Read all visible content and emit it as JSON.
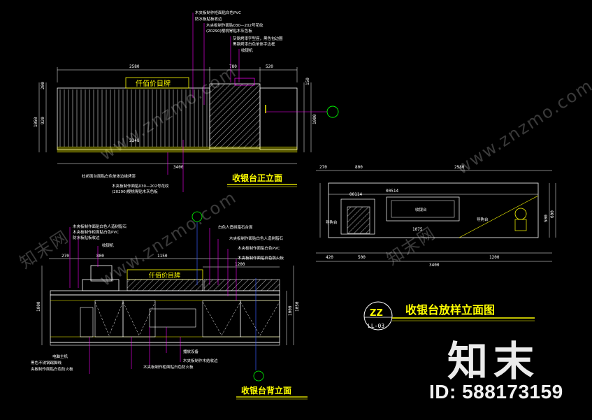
{
  "titles": {
    "front": "收银台正立面",
    "back": "收银台背立面",
    "main": "收银台放样立面图",
    "bubble_top": "ZZ",
    "bubble_bottom": "LL-03"
  },
  "signboard": "仟佰价目牌",
  "front_dims": {
    "top": [
      "2580",
      "780",
      "520"
    ],
    "bottom": "3400",
    "left": [
      "200",
      "920",
      "1050"
    ],
    "right": [
      "150",
      "1000"
    ],
    "inner": "2348"
  },
  "back_dims": {
    "top": [
      "270",
      "800",
      "1150"
    ],
    "second": "1200",
    "right": [
      "1000",
      "1050"
    ],
    "left": "1000"
  },
  "plan_dims": {
    "top": [
      "270",
      "800",
      "2580"
    ],
    "bottom": [
      "420",
      "500",
      "1200"
    ],
    "total": "3400",
    "inner": "1075",
    "right": [
      "500",
      "600"
    ]
  },
  "plan_labels": {
    "l1": "00114",
    "l2": "00514",
    "l3": "导购台",
    "l4": "收银台",
    "l5": "导购台"
  },
  "front_notes": [
    "木夹板制作柜面贴白色PVC",
    "防水板贴板收边",
    "木夹板制作面贴030—202号花纹",
    "(20290)樱桃胃贴木灰色板",
    "灰钢烤漆字型座，黑色包边圈",
    "黑钢烤漆白色单体字边框",
    "收银机"
  ],
  "front_bottom_notes": [
    "杜邦面台面贴白色单体边缘烤漆",
    "木夹板制作面贴030—202号花纹",
    "(20290)樱桃胃贴木灰色板"
  ],
  "back_notes": [
    "木夹板制作面贴白色人造树脂石",
    "木夹板制作柜面贴白色PVC",
    "防水板贴板收边",
    "收银机",
    "白色人造树脂石台面",
    "木夹板制作面贴白色人造树脂石",
    "木夹板制作面贴白色PVC",
    "木夹板制作面贴白色防火板"
  ],
  "back_bottom_notes": [
    "电脑主机",
    "黑色不锈钢踢脚线",
    "夹板制作面贴白色防火板",
    "播放设备",
    "木夹板制作木结收边",
    "木夹板制作柜面贴白色防火板"
  ],
  "watermark": {
    "site": "www.znzmo.com",
    "cn": "知末网",
    "logo": "知末",
    "id": "ID: 588173159"
  },
  "colors": {
    "background": "#000000",
    "lines": "#ffffff",
    "yellow": "#ffff00",
    "magenta": "#ff00ff",
    "cyan": "#00ffff",
    "green": "#00ff00",
    "blue": "#3a5cff"
  }
}
